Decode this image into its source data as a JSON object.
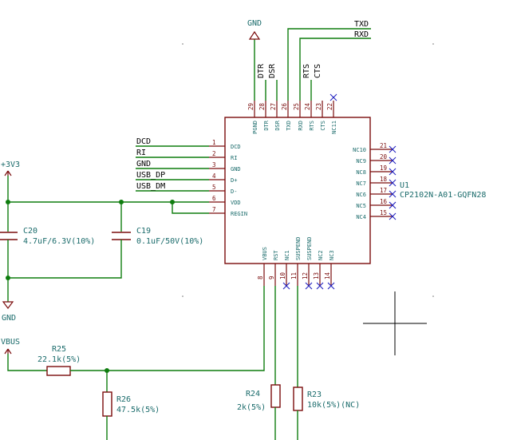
{
  "power": {
    "gnd_top": "GND",
    "vcc": "+3V3",
    "gnd_bottom": "GND",
    "vbus": "VBUS"
  },
  "nets": {
    "txd": "TXD",
    "rxd": "RXD",
    "dtr": "DTR",
    "dsr": "DSR",
    "rts": "RTS",
    "cts": "CTS",
    "dcd": "DCD",
    "ri": "RI",
    "gnd": "GND",
    "usb_dp": "USB_DP",
    "usb_dm": "USB_DM"
  },
  "u1": {
    "ref": "U1",
    "value": "CP2102N-A01-GQFN28",
    "top_pins": [
      {
        "num": "29",
        "name": "PGND"
      },
      {
        "num": "28",
        "name": "DTR"
      },
      {
        "num": "27",
        "name": "DSR"
      },
      {
        "num": "26",
        "name": "TXD"
      },
      {
        "num": "25",
        "name": "RXD"
      },
      {
        "num": "24",
        "name": "RTS"
      },
      {
        "num": "23",
        "name": "CTS"
      },
      {
        "num": "22",
        "name": "NC11"
      }
    ],
    "left_pins": [
      {
        "num": "1",
        "name": "DCD"
      },
      {
        "num": "2",
        "name": "RI"
      },
      {
        "num": "3",
        "name": "GND"
      },
      {
        "num": "4",
        "name": "D+"
      },
      {
        "num": "5",
        "name": "D-"
      },
      {
        "num": "6",
        "name": "VDD"
      },
      {
        "num": "7",
        "name": "REGIN"
      }
    ],
    "right_pins": [
      {
        "num": "21",
        "name": "NC10"
      },
      {
        "num": "20",
        "name": "NC9"
      },
      {
        "num": "19",
        "name": "NC8"
      },
      {
        "num": "18",
        "name": "NC7"
      },
      {
        "num": "17",
        "name": "NC6"
      },
      {
        "num": "16",
        "name": "NC5"
      },
      {
        "num": "15",
        "name": "NC4"
      }
    ],
    "bottom_pins": [
      {
        "num": "8",
        "name": "VBUS"
      },
      {
        "num": "9",
        "name": "RST"
      },
      {
        "num": "10",
        "name": "NC1"
      },
      {
        "num": "11",
        "name": "SUSPEND"
      },
      {
        "num": "12",
        "name": "SUSPEND"
      },
      {
        "num": "13",
        "name": "NC2"
      },
      {
        "num": "14",
        "name": "NC3"
      }
    ]
  },
  "c20": {
    "ref": "C20",
    "value": "4.7uF/6.3V(10%)"
  },
  "c19": {
    "ref": "C19",
    "value": "0.1uF/50V(10%)"
  },
  "r25": {
    "ref": "R25",
    "value": "22.1k(5%)"
  },
  "r26": {
    "ref": "R26",
    "value": "47.5k(5%)"
  },
  "r24": {
    "ref": "R24",
    "value": "2k(5%)"
  },
  "r23": {
    "ref": "R23",
    "value": "10k(5%)(NC)"
  }
}
